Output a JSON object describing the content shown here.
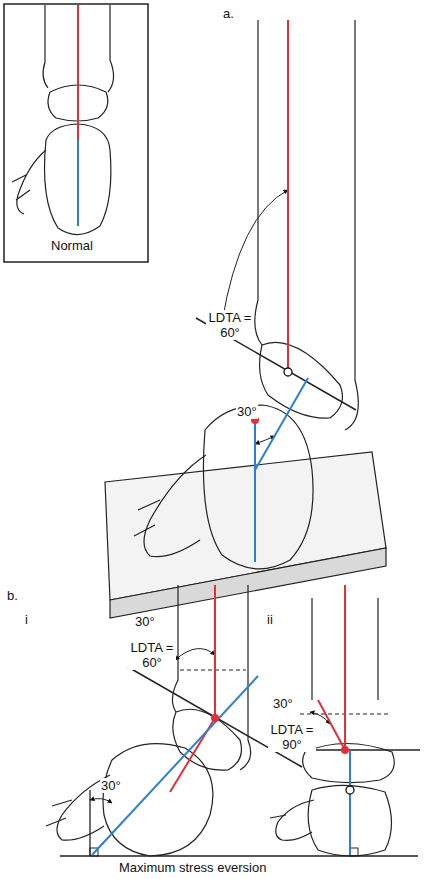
{
  "diagram": {
    "labels": [
      "a.",
      "Normal",
      "LDTA = 60°",
      "30°",
      "b.",
      "i",
      "ii",
      "LDTA = 60°",
      "30°",
      "30°",
      "30°",
      "LDTA = 90°",
      "Maximum stress eversion"
    ]
  }
}
